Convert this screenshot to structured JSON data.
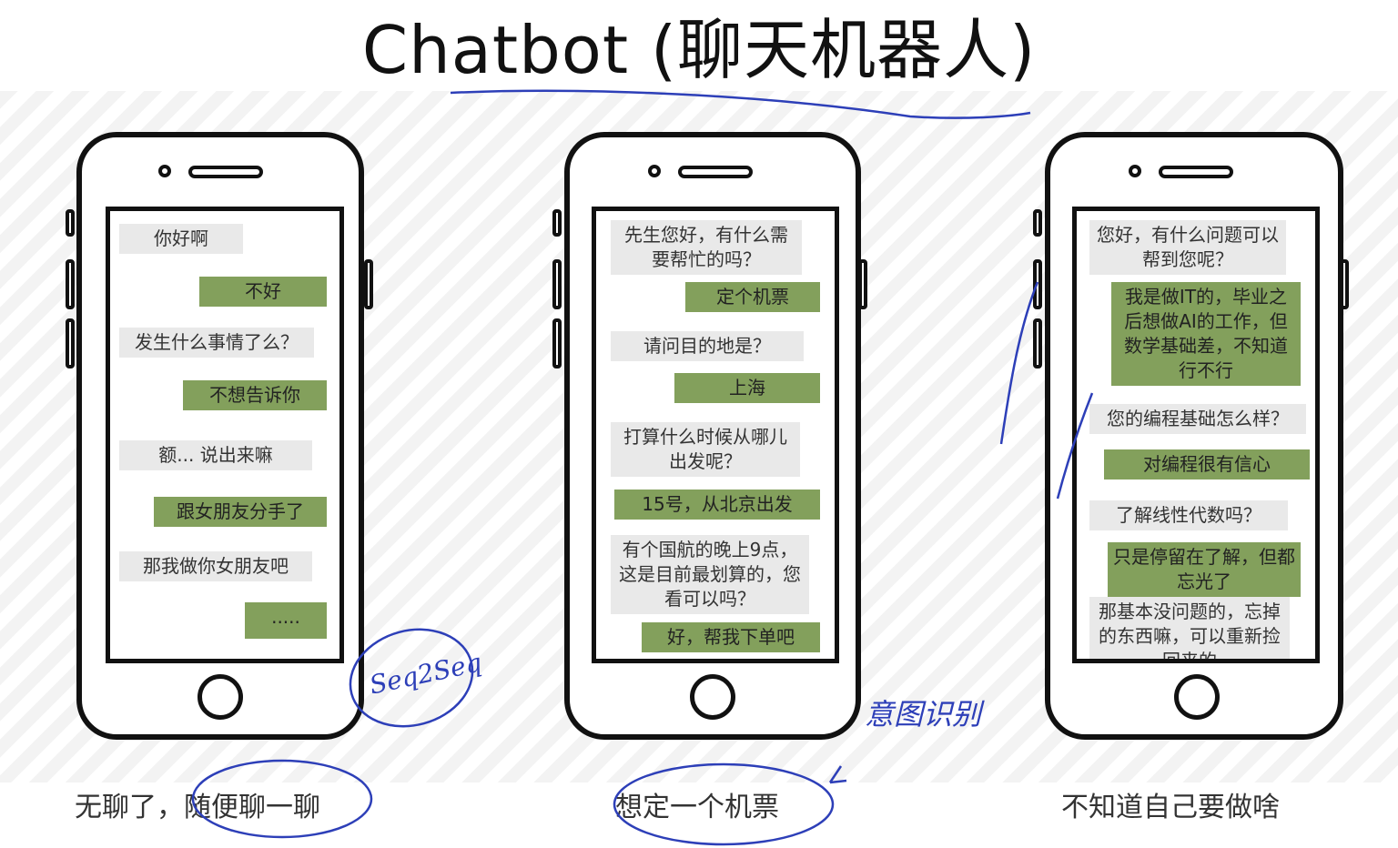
{
  "title": "Chatbot (聊天机器人)",
  "phones": [
    {
      "caption": "无聊了，随便聊一聊",
      "messages": [
        {
          "side": "left",
          "text": "你好啊"
        },
        {
          "side": "right",
          "text": "不好"
        },
        {
          "side": "left",
          "text": "发生什么事情了么？"
        },
        {
          "side": "right",
          "text": "不想告诉你"
        },
        {
          "side": "left",
          "text": "额... 说出来嘛"
        },
        {
          "side": "right",
          "text": "跟女朋友分手了"
        },
        {
          "side": "left",
          "text": "那我做你女朋友吧"
        },
        {
          "side": "right",
          "text": "....."
        }
      ]
    },
    {
      "caption": "想定一个机票",
      "messages": [
        {
          "side": "left",
          "text": "先生您好，有什么需要帮忙的吗？"
        },
        {
          "side": "right",
          "text": "定个机票"
        },
        {
          "side": "left",
          "text": "请问目的地是？"
        },
        {
          "side": "right",
          "text": "上海"
        },
        {
          "side": "left",
          "text": "打算什么时候从哪儿出发呢？"
        },
        {
          "side": "right",
          "text": "15号，从北京出发"
        },
        {
          "side": "left",
          "text": "有个国航的晚上9点，这是目前最划算的，您看可以吗？"
        },
        {
          "side": "right",
          "text": "好，帮我下单吧"
        }
      ]
    },
    {
      "caption": "不知道自己要做啥",
      "messages": [
        {
          "side": "left",
          "text": "您好，有什么问题可以帮到您呢？"
        },
        {
          "side": "right",
          "text": "我是做IT的，毕业之后想做AI的工作，但数学基础差，不知道行不行"
        },
        {
          "side": "left",
          "text": "您的编程基础怎么样？"
        },
        {
          "side": "right",
          "text": "对编程很有信心"
        },
        {
          "side": "left",
          "text": "了解线性代数吗？"
        },
        {
          "side": "right",
          "text": "只是停留在了解，但都忘光了"
        },
        {
          "side": "left",
          "text": "那基本没问题的，忘掉的东西嘛，可以重新捡回来的"
        }
      ]
    }
  ],
  "annotations": {
    "seq2seq": "Seq2Seq",
    "intent": "意图识别"
  },
  "colors": {
    "green_bubble": "#83a05c",
    "gray_bubble": "#e9e9e9",
    "ink": "#2d3fb8"
  }
}
